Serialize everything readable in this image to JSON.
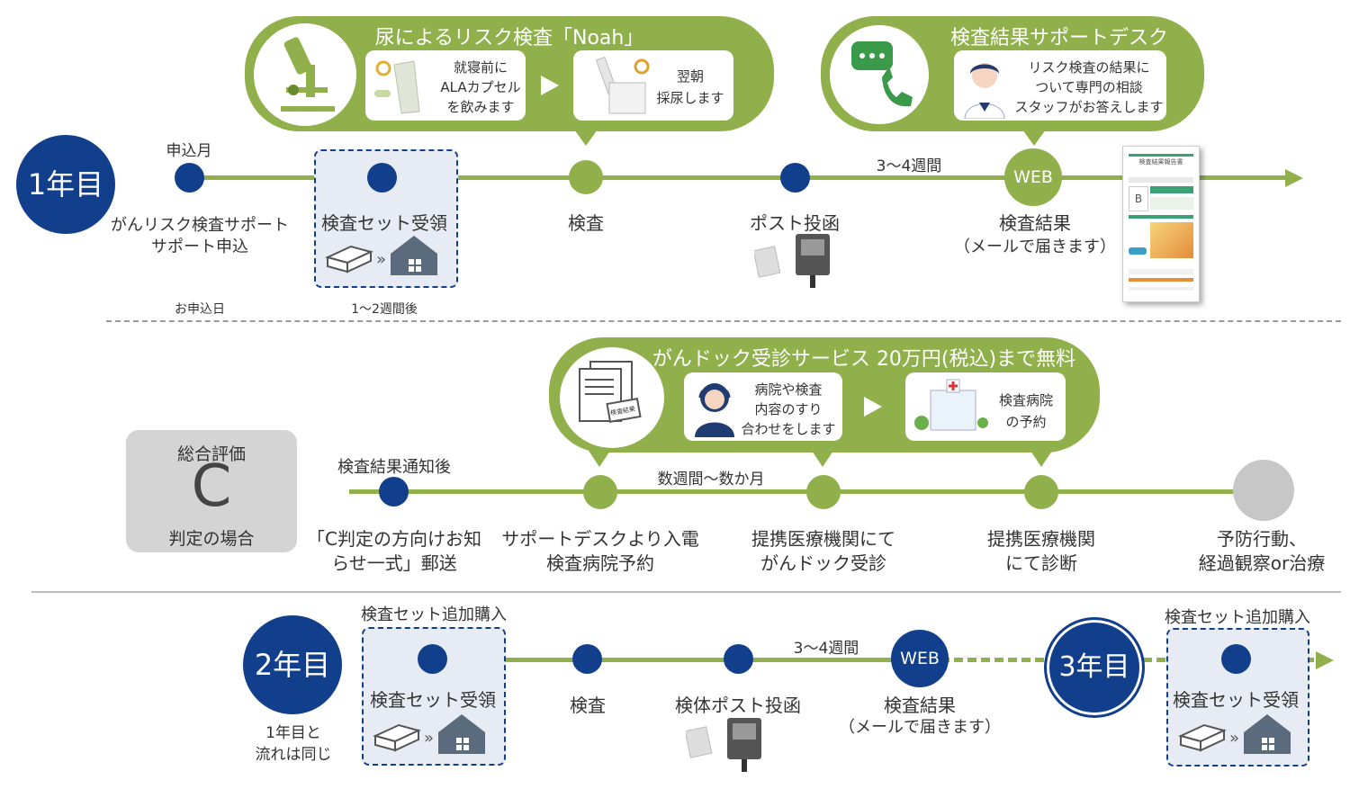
{
  "colors": {
    "navy": "#123f8c",
    "green": "#8fb04a",
    "gray": "#c7c7c7",
    "box_bg": "#e7ecf4"
  },
  "year1": {
    "badge": "1年目",
    "apply_month": "申込月",
    "apply_label": [
      "がんリスク検査サポート",
      "サポート申込"
    ],
    "apply_day": "お申込日",
    "kit_receive": "検査セット受領",
    "kit_timing": "1～2週間後",
    "test": "検査",
    "post": "ポスト投函",
    "weeks": "3～4週間",
    "web": "WEB",
    "result": "検査結果",
    "result_sub": "（メールで届きます）"
  },
  "noah": {
    "title": "尿によるリスク検査「Noah」",
    "step1": [
      "就寝前に",
      "ALAカプセル",
      "を飲みます"
    ],
    "step2": [
      "翌朝",
      "採尿します"
    ]
  },
  "desk": {
    "title": "検査結果サポートデスク",
    "text": [
      "リスク検査の結果に",
      "ついて専門の相談",
      "スタッフがお答えします"
    ]
  },
  "report": {
    "header": "検査結果報告書",
    "grade": "B"
  },
  "cdock": {
    "title": "がんドック受診サービス 20万円(税込)まで無料",
    "step1": [
      "病院や検査",
      "内容のすり",
      "合わせをします"
    ],
    "step2": [
      "検査病院",
      "の予約"
    ],
    "doc_tag": "検査結果"
  },
  "gradec": {
    "box_top": "総合評価",
    "box_letter": "C",
    "box_bottom": "判定の場合",
    "notify": "検査結果通知後",
    "notify_label": [
      "「C判定の方向けお知",
      "らせ一式」郵送"
    ],
    "weeks": "数週間～数か月",
    "call": [
      "サポートデスクより入電",
      "検査病院予約"
    ],
    "dock": [
      "提携医療機関にて",
      "がんドック受診"
    ],
    "diag": [
      "提携医療機関",
      "にて診断"
    ],
    "final": [
      "予防行動、",
      "経過観察or治療"
    ]
  },
  "year2": {
    "badge": "2年目",
    "same": [
      "1年目と",
      "流れは同じ"
    ],
    "purchase": "検査セット追加購入",
    "kit_receive": "検査セット受領",
    "test": "検査",
    "post": "検体ポスト投函",
    "weeks": "3～4週間",
    "web": "WEB",
    "result": "検査結果",
    "result_sub": "（メールで届きます）"
  },
  "year3": {
    "badge": "3年目",
    "purchase": "検査セット追加購入",
    "kit_receive": "検査セット受領"
  }
}
